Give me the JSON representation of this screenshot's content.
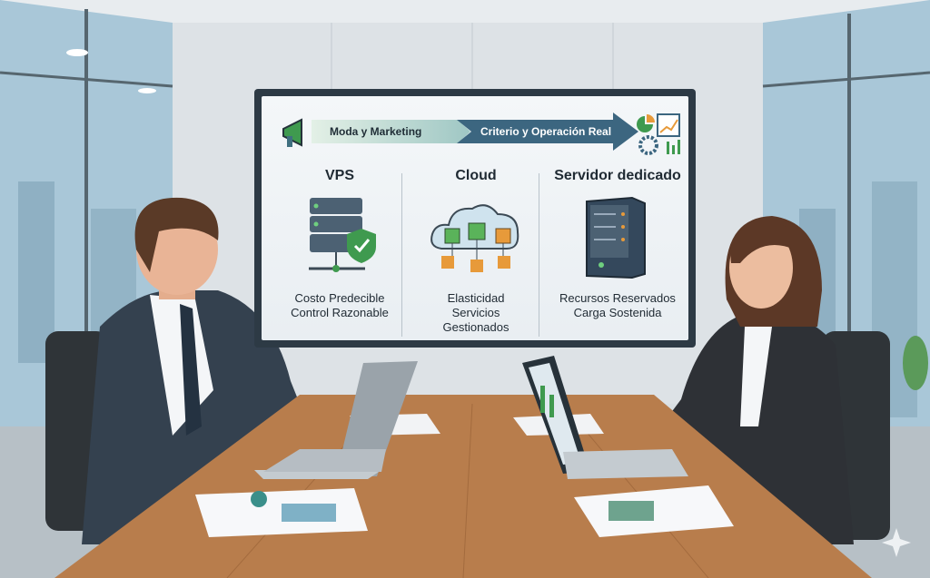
{
  "screen": {
    "banner_from": "Moda y Marketing",
    "banner_to": "Criterio y Operación Real",
    "columns": [
      {
        "title": "VPS",
        "icon": "server-shield-icon",
        "lines": [
          "Costo Predecible",
          "Control Razonable"
        ]
      },
      {
        "title": "Cloud",
        "icon": "cloud-network-icon",
        "lines": [
          "Elasticidad",
          "Servicios",
          "Gestionados"
        ]
      },
      {
        "title": "Servidor dedicado",
        "icon": "server-tower-icon",
        "lines": [
          "Recursos Reservados",
          "Carga Sostenida"
        ]
      }
    ]
  },
  "colors": {
    "accent_green": "#3f9a4f",
    "arrow_blue": "#3c6680",
    "cube_orange": "#e79a3a",
    "table_wood": "#b87d4c"
  }
}
